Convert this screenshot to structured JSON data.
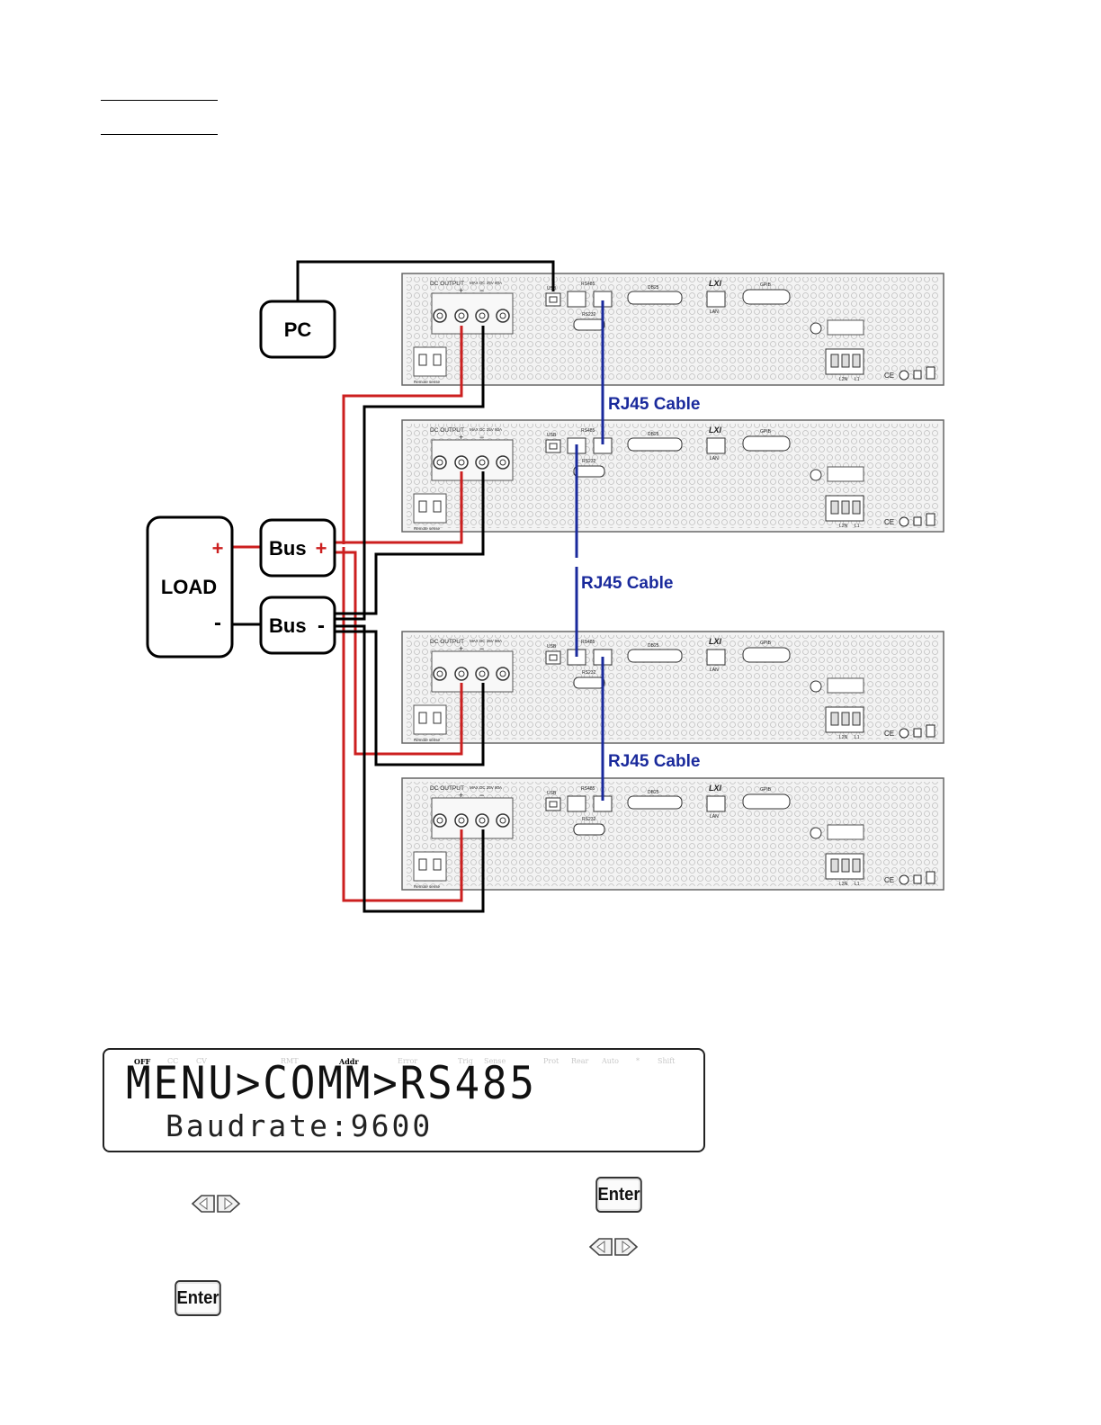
{
  "diagram": {
    "pc_label": "PC",
    "load_label": "LOAD",
    "load_plus": "+",
    "load_minus": "-",
    "bus_plus_label": "Bus",
    "bus_plus_sign": "+",
    "bus_minus_label": "Bus",
    "bus_minus_sign": "-",
    "cables": [
      "RJ45 Cable",
      "RJ45 Cable",
      "RJ45 Cable"
    ],
    "units": [
      {
        "dc_output": "DC OUTPUT",
        "rating": "MAX DC 25V 80A",
        "usb": "USB",
        "rs485": "RS485",
        "rs232": "RS232",
        "db25": "DB25",
        "lxi": "LXI",
        "lan": "LAN",
        "gpib": "GPIB",
        "remote_sense": "Remote sense",
        "l2n": "L2N",
        "l1": "L1"
      }
    ],
    "colors": {
      "positive": "#cc1f1f",
      "negative": "#000000",
      "rj45": "#1a2a9c",
      "panel": "#f3f3f3"
    }
  },
  "lcd": {
    "flags": [
      {
        "text": "OFF",
        "on": true
      },
      {
        "text": "CC",
        "on": false
      },
      {
        "text": "CV",
        "on": false
      },
      {
        "text": "RMT",
        "on": false
      },
      {
        "text": "Addr",
        "on": true
      },
      {
        "text": "Error",
        "on": false
      },
      {
        "text": "Trig",
        "on": false
      },
      {
        "text": "Sense",
        "on": false
      },
      {
        "text": "Prot",
        "on": false
      },
      {
        "text": "Rear",
        "on": false
      },
      {
        "text": "Auto",
        "on": false
      },
      {
        "text": "*",
        "on": false
      },
      {
        "text": "Shift",
        "on": false
      }
    ],
    "line1": "MENU>COMM>RS485",
    "line2": "Baudrate:9600"
  },
  "keys": {
    "enter_label": "Enter",
    "arrows_icon": "left-right-arrow-keys-icon"
  }
}
